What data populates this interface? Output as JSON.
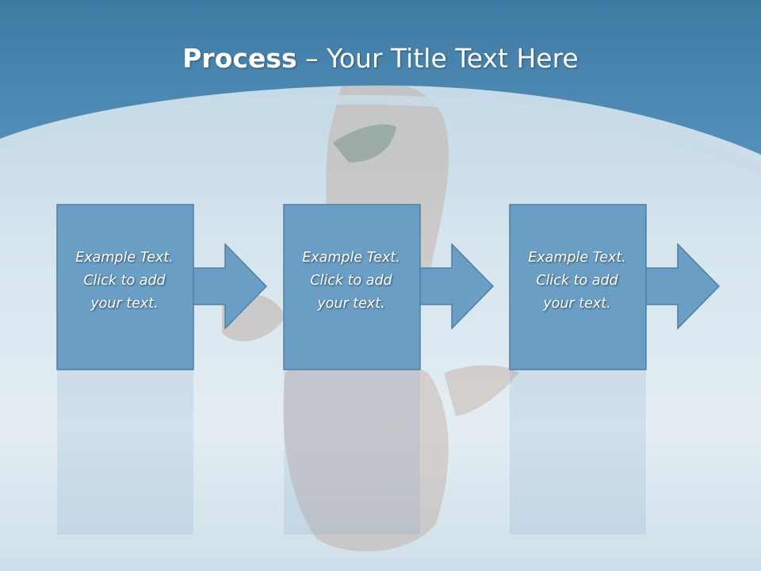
{
  "slide": {
    "title_bold": "Process",
    "title_rest": " – Your Title Text Here"
  },
  "steps": [
    {
      "lines": [
        "Example Text.",
        "Click  to add",
        "your text."
      ]
    },
    {
      "lines": [
        "Example Text.",
        "Click  to add",
        "your text."
      ]
    },
    {
      "lines": [
        "Example Text.",
        "Click  to add",
        "your text."
      ]
    }
  ],
  "colors": {
    "header_blue": "#4a86ad",
    "box_fill": "#6a9ec4",
    "box_border": "#4f7fa6",
    "background_water": "#d5e4ee"
  }
}
